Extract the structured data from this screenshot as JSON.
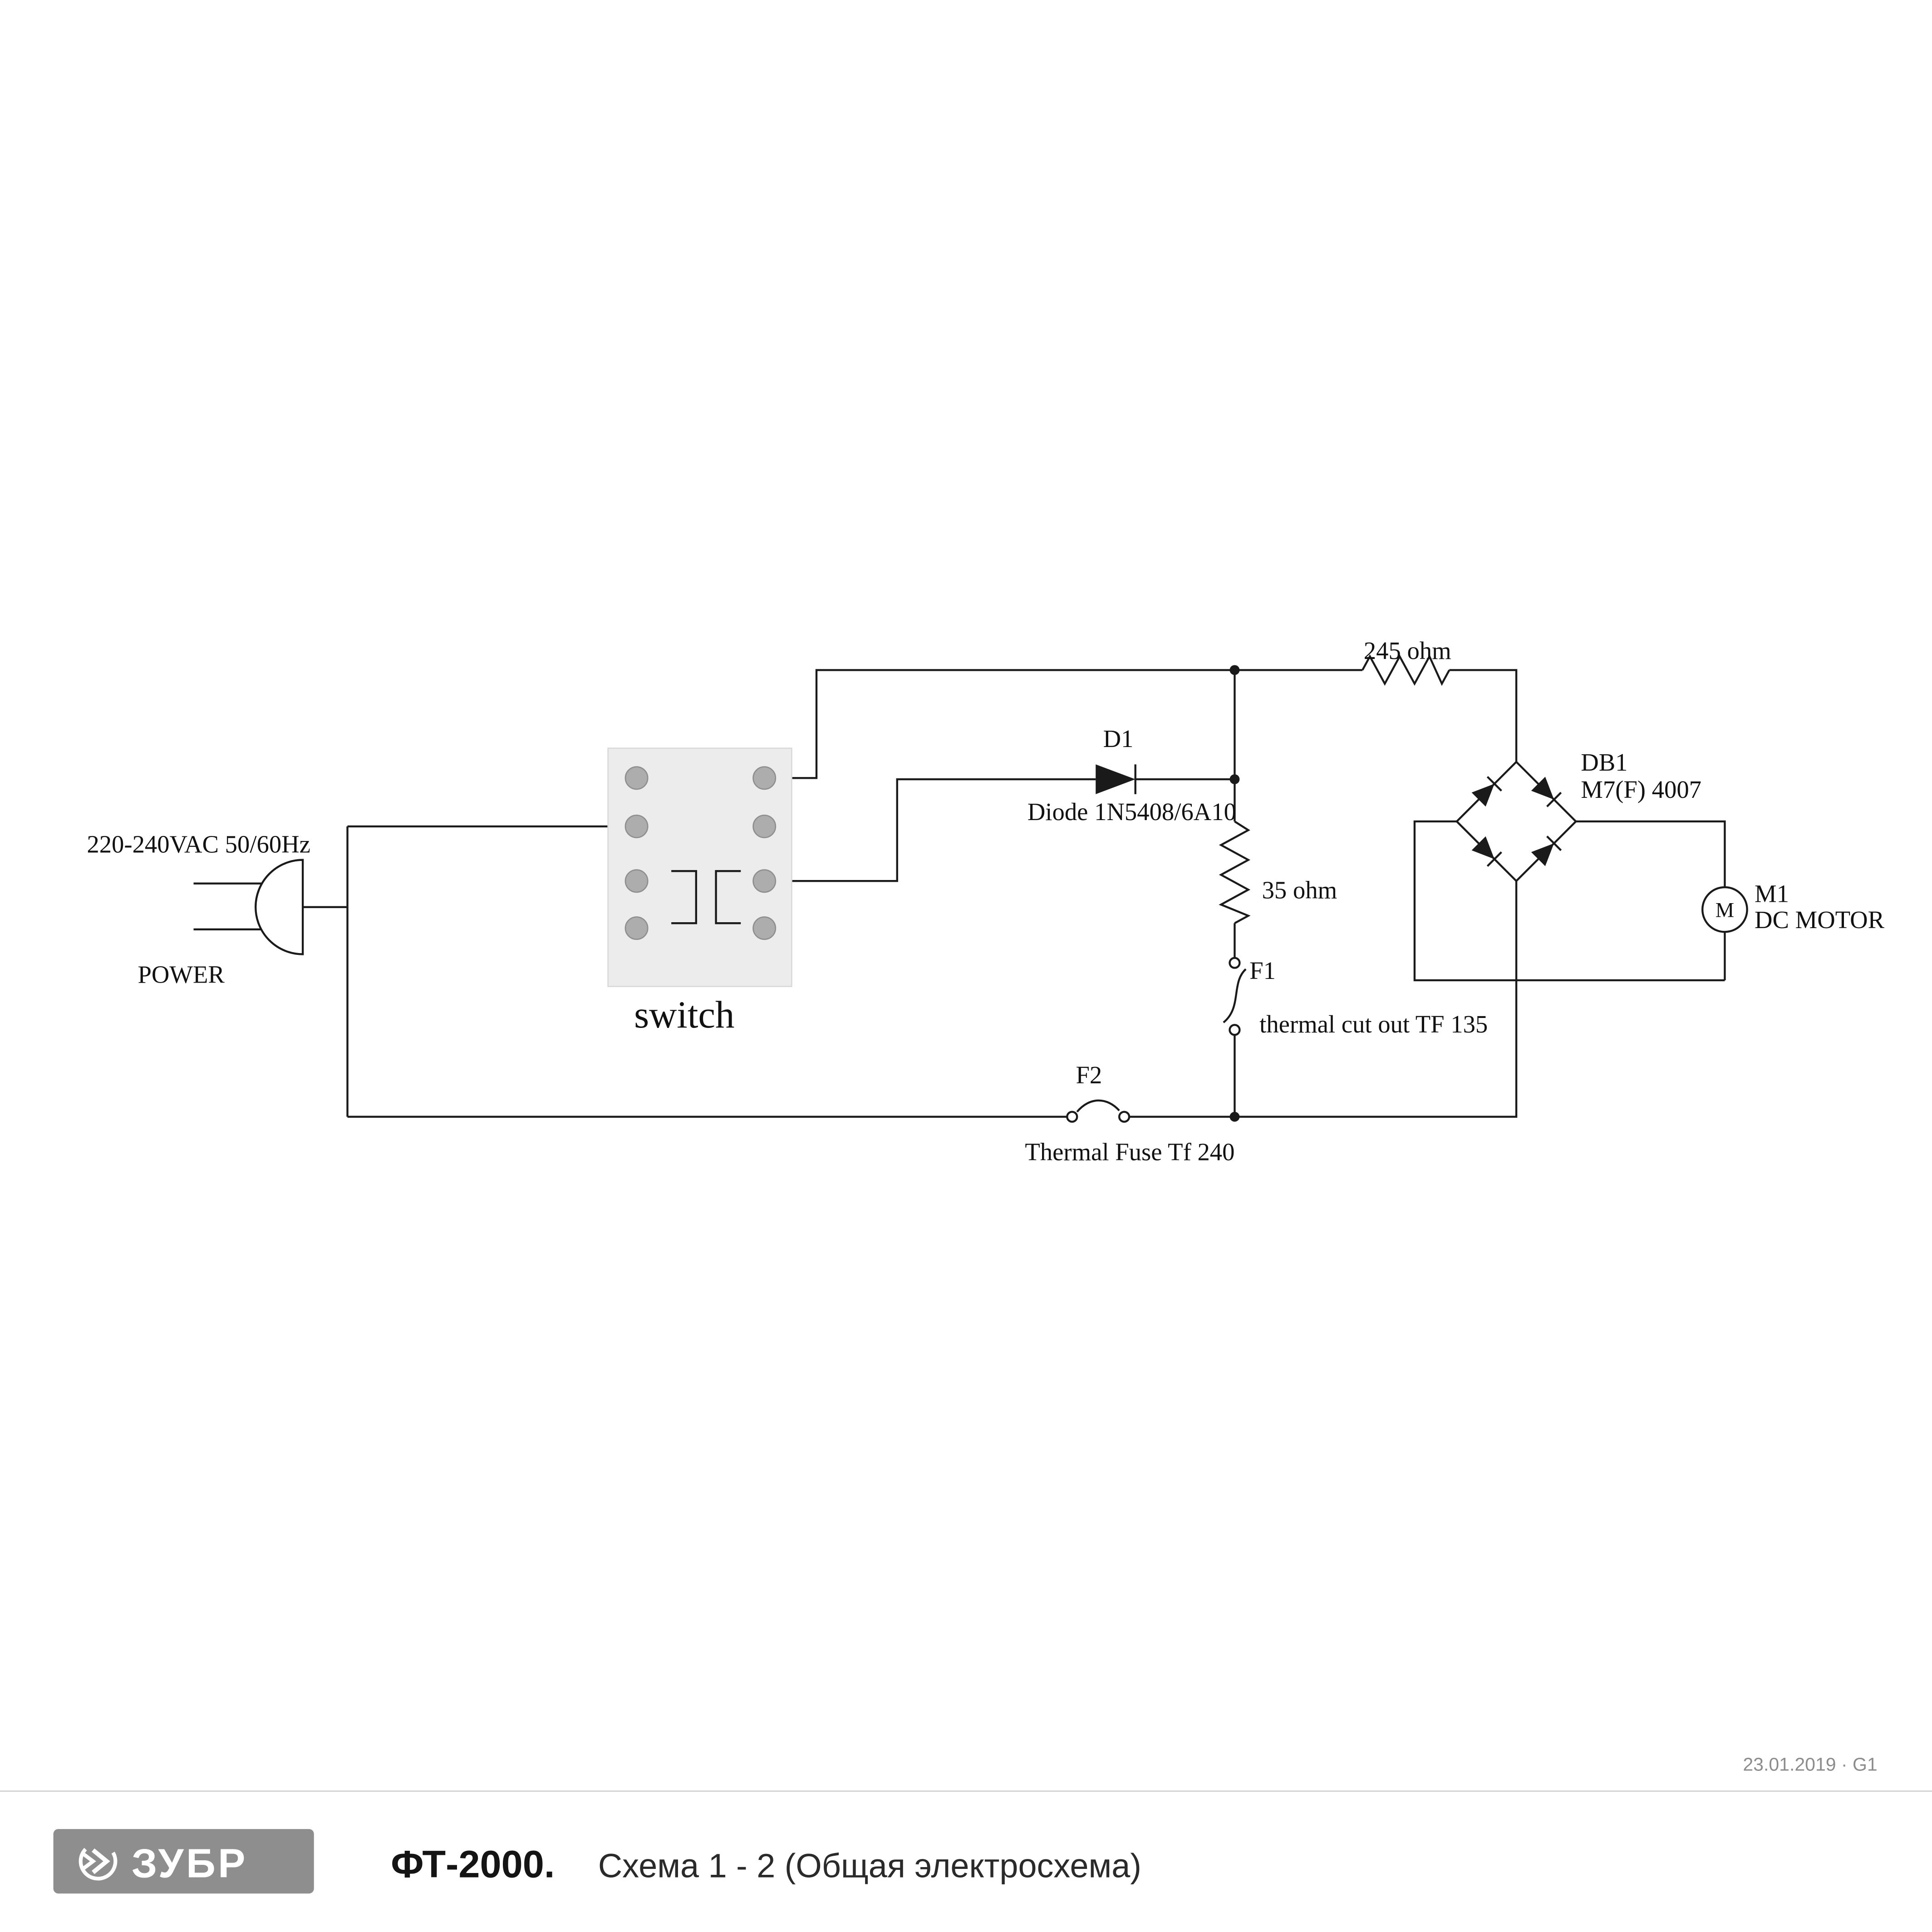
{
  "page": {
    "date_note": "23.01.2019 · G1"
  },
  "footer": {
    "brand": "ЗУБР",
    "model": "ФТ-2000.",
    "subtitle": "Схема 1 - 2 (Общая электросхема)"
  },
  "schematic": {
    "power": {
      "rating": "220-240VAC  50/60Hz",
      "label": "POWER"
    },
    "switch": {
      "label": "switch"
    },
    "top_resistor": {
      "value": "245 ohm"
    },
    "diode": {
      "ref": "D1",
      "desc": "Diode 1N5408/6A10"
    },
    "series_resistor": {
      "value": "35 ohm"
    },
    "thermal_cutout": {
      "ref": "F1",
      "desc": "thermal cut out TF 135"
    },
    "thermal_fuse": {
      "ref": "F2",
      "desc": "Thermal Fuse Tf 240"
    },
    "bridge": {
      "ref": "DB1",
      "desc": "M7(F) 4007"
    },
    "motor": {
      "ref": "M1",
      "desc": "DC MOTOR",
      "symbol": "M"
    }
  },
  "colors": {
    "wire": "#1a1a1a",
    "switch_fill": "#ececec",
    "pin": "#adadad",
    "logo_bg": "#8e8e8e",
    "divider": "#d0d0d0",
    "date_text": "#8c8c8c"
  }
}
